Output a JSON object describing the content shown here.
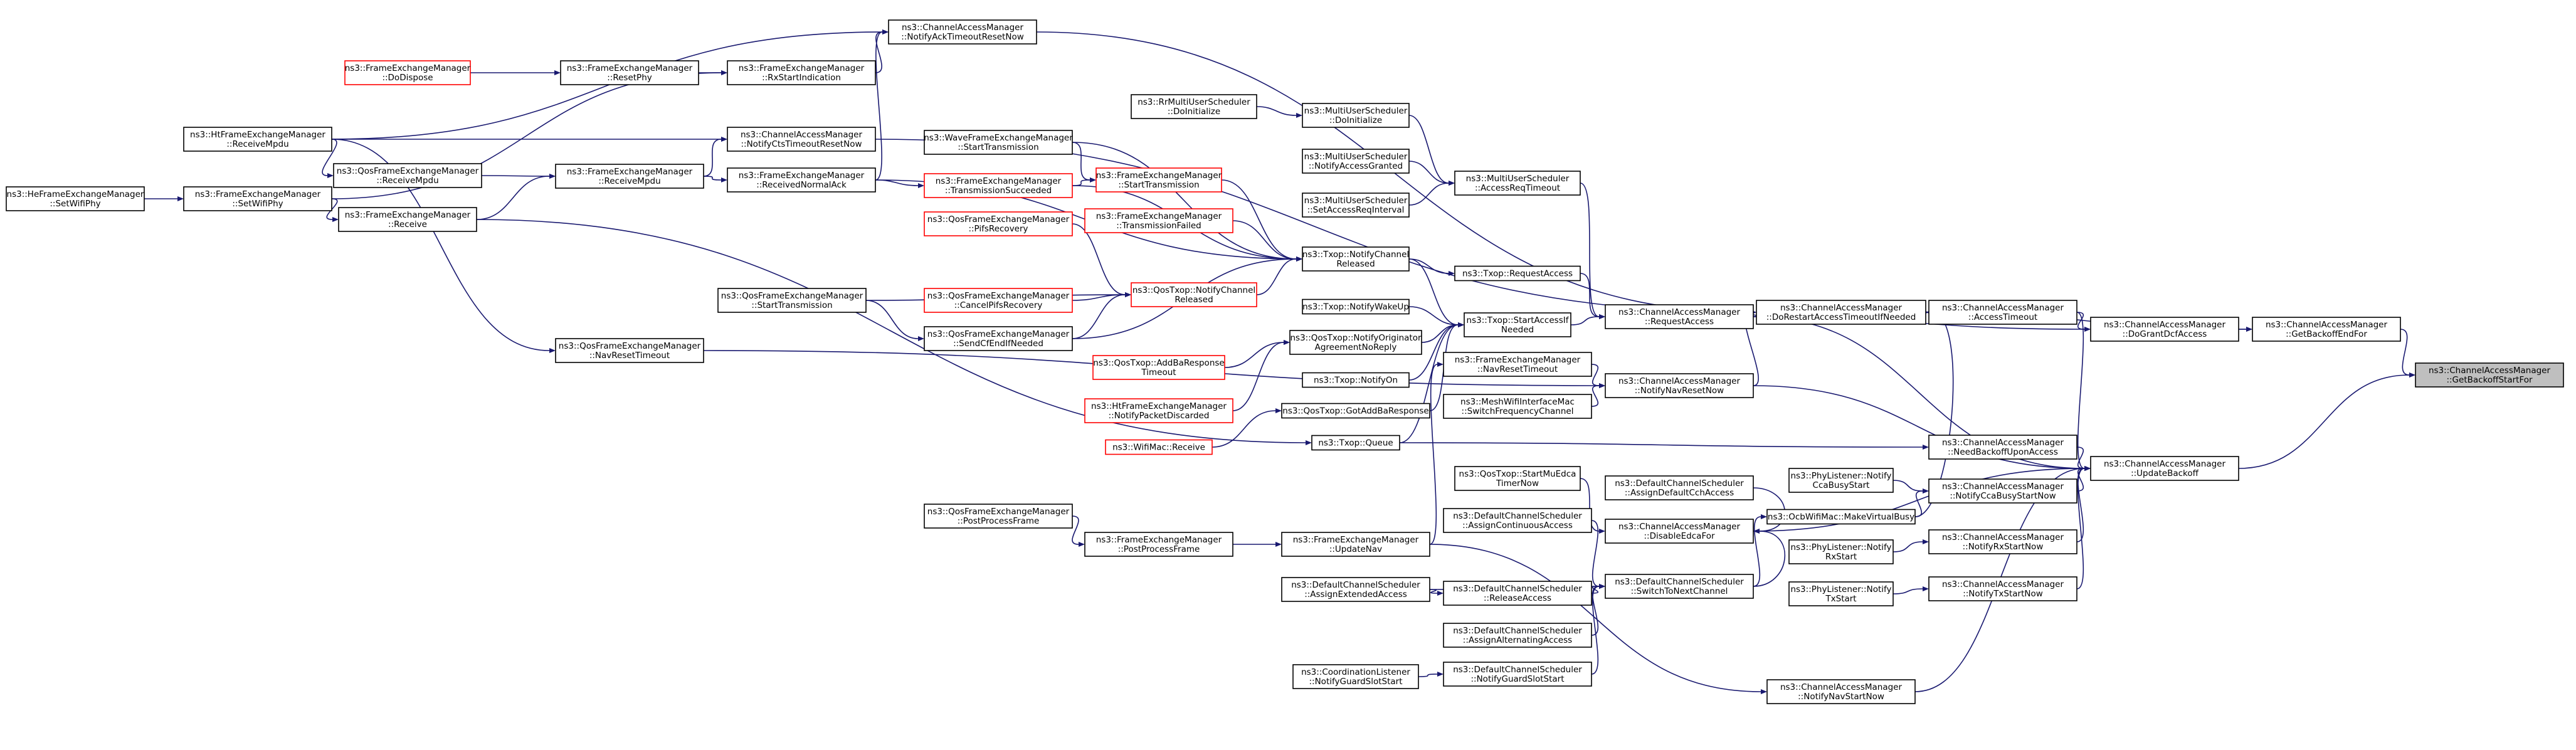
{
  "root": "n_getbackoffstartfor",
  "colors": {
    "edge": "#191970",
    "root_fill": "#bfbfbf",
    "broken_link_border": "#ff0000",
    "node_border": "#000000"
  },
  "nodes": [
    {
      "id": "n_getbackoffstartfor",
      "lines": [
        "ns3::ChannelAccessManager",
        "::GetBackoffStartFor"
      ],
      "style": "root"
    },
    {
      "id": "n_getbackoffendfor",
      "lines": [
        "ns3::ChannelAccessManager",
        "::GetBackoffEndFor"
      ],
      "style": "normal"
    },
    {
      "id": "n_updatebackoff",
      "lines": [
        "ns3::ChannelAccessManager",
        "::UpdateBackoff"
      ],
      "style": "normal"
    },
    {
      "id": "n_dograntdcfaccess",
      "lines": [
        "ns3::ChannelAccessManager",
        "::DoGrantDcfAccess"
      ],
      "style": "normal"
    },
    {
      "id": "n_accesstimeout",
      "lines": [
        "ns3::ChannelAccessManager",
        "::AccessTimeout"
      ],
      "style": "normal"
    },
    {
      "id": "n_dorestartaccess",
      "lines": [
        "ns3::ChannelAccessManager",
        "::DoRestartAccessTimeoutIfNeeded"
      ],
      "style": "normal"
    },
    {
      "id": "n_requestaccess",
      "lines": [
        "ns3::ChannelAccessManager",
        "::RequestAccess"
      ],
      "style": "normal"
    },
    {
      "id": "n_notifynavresetnow",
      "lines": [
        "ns3::ChannelAccessManager",
        "::NotifyNavResetNow"
      ],
      "style": "normal"
    },
    {
      "id": "n_needbackoffuponaccess",
      "lines": [
        "ns3::ChannelAccessManager",
        "::NeedBackoffUponAccess"
      ],
      "style": "normal"
    },
    {
      "id": "n_notifyccabusystartnow",
      "lines": [
        "ns3::ChannelAccessManager",
        "::NotifyCcaBusyStartNow"
      ],
      "style": "normal"
    },
    {
      "id": "n_notifyrxstartnow",
      "lines": [
        "ns3::ChannelAccessManager",
        "::NotifyRxStartNow"
      ],
      "style": "normal"
    },
    {
      "id": "n_notifytxstartnow",
      "lines": [
        "ns3::ChannelAccessManager",
        "::NotifyTxStartNow"
      ],
      "style": "normal"
    },
    {
      "id": "n_notifynavstartnow",
      "lines": [
        "ns3::ChannelAccessManager",
        "::NotifyNavStartNow"
      ],
      "style": "normal"
    },
    {
      "id": "n_makevirtualbusy",
      "lines": [
        "ns3::OcbWifiMac::MakeVirtualBusy"
      ],
      "style": "normal"
    },
    {
      "id": "n_phyccabusystart",
      "lines": [
        "ns3::PhyListener::Notify",
        "CcaBusyStart"
      ],
      "style": "normal"
    },
    {
      "id": "n_phyrxstart",
      "lines": [
        "ns3::PhyListener::Notify",
        "RxStart"
      ],
      "style": "normal"
    },
    {
      "id": "n_phytxstart",
      "lines": [
        "ns3::PhyListener::Notify",
        "TxStart"
      ],
      "style": "normal"
    },
    {
      "id": "n_multiaccessreqtimeout",
      "lines": [
        "ns3::MultiUserScheduler",
        "::AccessReqTimeout"
      ],
      "style": "normal"
    },
    {
      "id": "n_multidoinitialize",
      "lines": [
        "ns3::MultiUserScheduler",
        "::DoInitialize"
      ],
      "style": "normal"
    },
    {
      "id": "n_rrmultidoinitialize",
      "lines": [
        "ns3::RrMultiUserScheduler",
        "::DoInitialize"
      ],
      "style": "normal"
    },
    {
      "id": "n_multinotifyaccessgranted",
      "lines": [
        "ns3::MultiUserScheduler",
        "::NotifyAccessGranted"
      ],
      "style": "normal"
    },
    {
      "id": "n_multisetaccessreqinterval",
      "lines": [
        "ns3::MultiUserScheduler",
        "::SetAccessReqInterval"
      ],
      "style": "normal"
    },
    {
      "id": "n_txoprequestaccess",
      "lines": [
        "ns3::Txop::RequestAccess"
      ],
      "style": "normal"
    },
    {
      "id": "n_txopstartaccessifneeded",
      "lines": [
        "ns3::Txop::StartAccessIf",
        "Needed"
      ],
      "style": "normal"
    },
    {
      "id": "n_txopnotifychannelreleased",
      "lines": [
        "ns3::Txop::NotifyChannel",
        "Released"
      ],
      "style": "normal"
    },
    {
      "id": "n_txopnotifywakeup",
      "lines": [
        "ns3::Txop::NotifyWakeUp"
      ],
      "style": "normal"
    },
    {
      "id": "n_txopnotifyon",
      "lines": [
        "ns3::Txop::NotifyOn"
      ],
      "style": "normal"
    },
    {
      "id": "n_txopqueue",
      "lines": [
        "ns3::Txop::Queue"
      ],
      "style": "normal"
    },
    {
      "id": "n_qostxopnotifyoriginator",
      "lines": [
        "ns3::QosTxop::NotifyOriginator",
        "AgreementNoReply"
      ],
      "style": "normal"
    },
    {
      "id": "n_qostxopgotaddba",
      "lines": [
        "ns3::QosTxop::GotAddBaResponse"
      ],
      "style": "normal"
    },
    {
      "id": "n_qostxopnotifychannelreleased",
      "lines": [
        "ns3::QosTxop::NotifyChannel",
        "Released"
      ],
      "style": "red"
    },
    {
      "id": "n_qostxopaddbatimeout",
      "lines": [
        "ns3::QosTxop::AddBaResponse",
        "Timeout"
      ],
      "style": "red"
    },
    {
      "id": "n_htfemnotifypacketdiscarded",
      "lines": [
        "ns3::HtFrameExchangeManager",
        "::NotifyPacketDiscarded"
      ],
      "style": "red"
    },
    {
      "id": "n_wifimacreceive",
      "lines": [
        "ns3::WifiMac::Receive"
      ],
      "style": "red"
    },
    {
      "id": "n_mesh_switchfrequency",
      "lines": [
        "ns3::MeshWifiInterfaceMac",
        "::SwitchFrequencyChannel"
      ],
      "style": "normal"
    },
    {
      "id": "n_femnavresettimeout",
      "lines": [
        "ns3::FrameExchangeManager",
        "::NavResetTimeout"
      ],
      "style": "normal"
    },
    {
      "id": "n_femupdatenav",
      "lines": [
        "ns3::FrameExchangeManager",
        "::UpdateNav"
      ],
      "style": "normal"
    },
    {
      "id": "n_fempostprocessframe",
      "lines": [
        "ns3::FrameExchangeManager",
        "::PostProcessFrame"
      ],
      "style": "normal"
    },
    {
      "id": "n_qosfempostprocessframe",
      "lines": [
        "ns3::QosFrameExchangeManager",
        "::PostProcessFrame"
      ],
      "style": "normal"
    },
    {
      "id": "n_femstarttransmission",
      "lines": [
        "ns3::FrameExchangeManager",
        "::StartTransmission"
      ],
      "style": "red"
    },
    {
      "id": "n_femtransmissionsucceeded",
      "lines": [
        "ns3::FrameExchangeManager",
        "::TransmissionSucceeded"
      ],
      "style": "red"
    },
    {
      "id": "n_femtransmissionfailed",
      "lines": [
        "ns3::FrameExchangeManager",
        "::TransmissionFailed"
      ],
      "style": "red"
    },
    {
      "id": "n_wavefemstarttransmission",
      "lines": [
        "ns3::WaveFrameExchangeManager",
        "::StartTransmission"
      ],
      "style": "normal"
    },
    {
      "id": "n_qosfempifsrecovery",
      "lines": [
        "ns3::QosFrameExchangeManager",
        "::PifsRecovery"
      ],
      "style": "red"
    },
    {
      "id": "n_qosfemcancelpifsrecovery",
      "lines": [
        "ns3::QosFrameExchangeManager",
        "::CancelPifsRecovery"
      ],
      "style": "red"
    },
    {
      "id": "n_qosfemstarttransmission",
      "lines": [
        "ns3::QosFrameExchangeManager",
        "::StartTransmission"
      ],
      "style": "normal"
    },
    {
      "id": "n_qosfemsendcfendifneeded",
      "lines": [
        "ns3::QosFrameExchangeManager",
        "::SendCfEndIfNeeded"
      ],
      "style": "normal"
    },
    {
      "id": "n_qosfemnavresettimeout",
      "lines": [
        "ns3::QosFrameExchangeManager",
        "::NavResetTimeout"
      ],
      "style": "normal"
    },
    {
      "id": "n_camnotifyacktimeoutreset",
      "lines": [
        "ns3::ChannelAccessManager",
        "::NotifyAckTimeoutResetNow"
      ],
      "style": "normal"
    },
    {
      "id": "n_camnotifyctstimeoutreset",
      "lines": [
        "ns3::ChannelAccessManager",
        "::NotifyCtsTimeoutResetNow"
      ],
      "style": "normal"
    },
    {
      "id": "n_femreceivednormalack",
      "lines": [
        "ns3::FrameExchangeManager",
        "::ReceivedNormalAck"
      ],
      "style": "normal"
    },
    {
      "id": "n_femrxstartindication",
      "lines": [
        "ns3::FrameExchangeManager",
        "::RxStartIndication"
      ],
      "style": "normal"
    },
    {
      "id": "n_femresetphy",
      "lines": [
        "ns3::FrameExchangeManager",
        "::ResetPhy"
      ],
      "style": "normal"
    },
    {
      "id": "n_femdodispose",
      "lines": [
        "ns3::FrameExchangeManager",
        "::DoDispose"
      ],
      "style": "red"
    },
    {
      "id": "n_femreceivempdu",
      "lines": [
        "ns3::FrameExchangeManager",
        "::ReceiveMpdu"
      ],
      "style": "normal"
    },
    {
      "id": "n_htfemreceivempdu",
      "lines": [
        "ns3::HtFrameExchangeManager",
        "::ReceiveMpdu"
      ],
      "style": "normal"
    },
    {
      "id": "n_qosfemreceivempdu",
      "lines": [
        "ns3::QosFrameExchangeManager",
        "::ReceiveMpdu"
      ],
      "style": "normal"
    },
    {
      "id": "n_femreceive",
      "lines": [
        "ns3::FrameExchangeManager",
        "::Receive"
      ],
      "style": "normal"
    },
    {
      "id": "n_femsetwifiphy",
      "lines": [
        "ns3::FrameExchangeManager",
        "::SetWifiPhy"
      ],
      "style": "normal"
    },
    {
      "id": "n_hefemsetwifiphy",
      "lines": [
        "ns3::HeFrameExchangeManager",
        "::SetWifiPhy"
      ],
      "style": "normal"
    },
    {
      "id": "n_dcsdisableedcafor",
      "lines": [
        "ns3::ChannelAccessManager",
        "::DisableEdcaFor"
      ],
      "style": "normal"
    },
    {
      "id": "n_dcsassigndefaultcch",
      "lines": [
        "ns3::DefaultChannelScheduler",
        "::AssignDefaultCchAccess"
      ],
      "style": "normal"
    },
    {
      "id": "n_dcsswitchtonextchannel",
      "lines": [
        "ns3::DefaultChannelScheduler",
        "::SwitchToNextChannel"
      ],
      "style": "normal"
    },
    {
      "id": "n_qostxopstartmuedca",
      "lines": [
        "ns3::QosTxop::StartMuEdca",
        "TimerNow"
      ],
      "style": "normal"
    },
    {
      "id": "n_dcsassigncontinuous",
      "lines": [
        "ns3::DefaultChannelScheduler",
        "::AssignContinuousAccess"
      ],
      "style": "normal"
    },
    {
      "id": "n_dcsreleaseaccess",
      "lines": [
        "ns3::DefaultChannelScheduler",
        "::ReleaseAccess"
      ],
      "style": "normal"
    },
    {
      "id": "n_dcsassignextended",
      "lines": [
        "ns3::DefaultChannelScheduler",
        "::AssignExtendedAccess"
      ],
      "style": "normal"
    },
    {
      "id": "n_dcsassignalternating",
      "lines": [
        "ns3::DefaultChannelScheduler",
        "::AssignAlternatingAccess"
      ],
      "style": "normal"
    },
    {
      "id": "n_dcsnotifyguardslotstart",
      "lines": [
        "ns3::DefaultChannelScheduler",
        "::NotifyGuardSlotStart"
      ],
      "style": "normal"
    },
    {
      "id": "n_coordnotifyguardslotstart",
      "lines": [
        "ns3::CoordinationListener",
        "::NotifyGuardSlotStart"
      ],
      "style": "normal"
    }
  ],
  "edges": [
    [
      "n_getbackoffendfor",
      "n_getbackoffstartfor"
    ],
    [
      "n_updatebackoff",
      "n_getbackoffstartfor"
    ],
    [
      "n_dograntdcfaccess",
      "n_getbackoffendfor"
    ],
    [
      "n_dorestartaccess",
      "n_getbackoffendfor"
    ],
    [
      "n_accesstimeout",
      "n_dograntdcfaccess"
    ],
    [
      "n_requestaccess",
      "n_dograntdcfaccess"
    ],
    [
      "n_dorestartaccess",
      "n_accesstimeout"
    ],
    [
      "n_accesstimeout",
      "n_updatebackoff"
    ],
    [
      "n_requestaccess",
      "n_updatebackoff"
    ],
    [
      "n_notifynavresetnow",
      "n_updatebackoff"
    ],
    [
      "n_needbackoffuponaccess",
      "n_updatebackoff"
    ],
    [
      "n_notifyccabusystartnow",
      "n_updatebackoff"
    ],
    [
      "n_notifyrxstartnow",
      "n_updatebackoff"
    ],
    [
      "n_notifytxstartnow",
      "n_updatebackoff"
    ],
    [
      "n_notifynavstartnow",
      "n_updatebackoff"
    ],
    [
      "n_dcsdisableedcafor",
      "n_updatebackoff"
    ],
    [
      "n_requestaccess",
      "n_dorestartaccess"
    ],
    [
      "n_notifynavresetnow",
      "n_dorestartaccess"
    ],
    [
      "n_makevirtualbusy",
      "n_dorestartaccess"
    ],
    [
      "n_camnotifyacktimeoutreset",
      "n_dorestartaccess"
    ],
    [
      "n_camnotifyctstimeoutreset",
      "n_dorestartaccess"
    ],
    [
      "n_phyccabusystart",
      "n_notifyccabusystartnow"
    ],
    [
      "n_makevirtualbusy",
      "n_notifyccabusystartnow"
    ],
    [
      "n_phyrxstart",
      "n_notifyrxstartnow"
    ],
    [
      "n_phytxstart",
      "n_notifytxstartnow"
    ],
    [
      "n_femupdatenav",
      "n_notifynavstartnow"
    ],
    [
      "n_txopqueue",
      "n_needbackoffuponaccess"
    ],
    [
      "n_txopstartaccessifneeded",
      "n_requestaccess"
    ],
    [
      "n_txoprequestaccess",
      "n_requestaccess"
    ],
    [
      "n_multiaccessreqtimeout",
      "n_requestaccess"
    ],
    [
      "n_femnavresettimeout",
      "n_notifynavresetnow"
    ],
    [
      "n_mesh_switchfrequency",
      "n_notifynavresetnow"
    ],
    [
      "n_qosfemnavresettimeout",
      "n_notifynavresetnow"
    ],
    [
      "n_multidoinitialize",
      "n_multiaccessreqtimeout"
    ],
    [
      "n_multinotifyaccessgranted",
      "n_multiaccessreqtimeout"
    ],
    [
      "n_multisetaccessreqinterval",
      "n_multiaccessreqtimeout"
    ],
    [
      "n_rrmultidoinitialize",
      "n_multidoinitialize"
    ],
    [
      "n_txopnotifychannelreleased",
      "n_txoprequestaccess"
    ],
    [
      "n_txopnotifywakeup",
      "n_txopstartaccessifneeded"
    ],
    [
      "n_txopnotifyon",
      "n_txopstartaccessifneeded"
    ],
    [
      "n_txopqueue",
      "n_txopstartaccessifneeded"
    ],
    [
      "n_qostxopnotifyoriginator",
      "n_txopstartaccessifneeded"
    ],
    [
      "n_qostxopgotaddba",
      "n_txopstartaccessifneeded"
    ],
    [
      "n_txopnotifychannelreleased",
      "n_txopstartaccessifneeded"
    ],
    [
      "n_qostxopaddbatimeout",
      "n_qostxopnotifyoriginator"
    ],
    [
      "n_htfemnotifypacketdiscarded",
      "n_qostxopnotifyoriginator"
    ],
    [
      "n_wifimacreceive",
      "n_qostxopgotaddba"
    ],
    [
      "n_qostxopnotifychannelreleased",
      "n_txopnotifychannelreleased"
    ],
    [
      "n_femstarttransmission",
      "n_txopnotifychannelreleased"
    ],
    [
      "n_femtransmissionsucceeded",
      "n_txopnotifychannelreleased"
    ],
    [
      "n_femtransmissionfailed",
      "n_txopnotifychannelreleased"
    ],
    [
      "n_wavefemstarttransmission",
      "n_txopnotifychannelreleased"
    ],
    [
      "n_qosfemsendcfendifneeded",
      "n_txopnotifychannelreleased"
    ],
    [
      "n_femreceivednormalack",
      "n_txopnotifychannelreleased"
    ],
    [
      "n_wavefemstarttransmission",
      "n_femstarttransmission"
    ],
    [
      "n_femtransmissionsucceeded",
      "n_femstarttransmission"
    ],
    [
      "n_femreceivednormalack",
      "n_femtransmissionsucceeded"
    ],
    [
      "n_qosfempifsrecovery",
      "n_qostxopnotifychannelreleased"
    ],
    [
      "n_qosfemcancelpifsrecovery",
      "n_qostxopnotifychannelreleased"
    ],
    [
      "n_qosfemstarttransmission",
      "n_qostxopnotifychannelreleased"
    ],
    [
      "n_qosfemsendcfendifneeded",
      "n_qostxopnotifychannelreleased"
    ],
    [
      "n_qosfemstarttransmission",
      "n_qosfemsendcfendifneeded"
    ],
    [
      "n_femupdatenav",
      "n_femnavresettimeout"
    ],
    [
      "n_fempostprocessframe",
      "n_femupdatenav"
    ],
    [
      "n_qosfempostprocessframe",
      "n_fempostprocessframe"
    ],
    [
      "n_femreceive",
      "n_txopqueue"
    ],
    [
      "n_femrxstartindication",
      "n_camnotifyacktimeoutreset"
    ],
    [
      "n_femreceivednormalack",
      "n_camnotifyacktimeoutreset"
    ],
    [
      "n_htfemreceivempdu",
      "n_camnotifyacktimeoutreset"
    ],
    [
      "n_femreceivempdu",
      "n_camnotifyctstimeoutreset"
    ],
    [
      "n_htfemreceivempdu",
      "n_camnotifyctstimeoutreset"
    ],
    [
      "n_femresetphy",
      "n_femrxstartindication"
    ],
    [
      "n_femdodispose",
      "n_femresetphy"
    ],
    [
      "n_femsetwifiphy",
      "n_femrxstartindication"
    ],
    [
      "n_femreceivempdu",
      "n_femreceivednormalack"
    ],
    [
      "n_qosfemreceivempdu",
      "n_femreceivempdu"
    ],
    [
      "n_femreceive",
      "n_femreceivempdu"
    ],
    [
      "n_htfemreceivempdu",
      "n_qosfemreceivempdu"
    ],
    [
      "n_htfemreceivempdu",
      "n_qosfemnavresettimeout"
    ],
    [
      "n_femsetwifiphy",
      "n_femreceive"
    ],
    [
      "n_hefemsetwifiphy",
      "n_femsetwifiphy"
    ],
    [
      "n_dcsassigndefaultcch",
      "n_dcsdisableedcafor"
    ],
    [
      "n_dcsswitchtonextchannel",
      "n_dcsdisableedcafor"
    ],
    [
      "n_dcsswitchtonextchannel",
      "n_makevirtualbusy"
    ],
    [
      "n_qostxopstartmuedca",
      "n_dcsdisableedcafor"
    ],
    [
      "n_dcsassigncontinuous",
      "n_dcsswitchtonextchannel"
    ],
    [
      "n_dcsreleaseaccess",
      "n_dcsswitchtonextchannel"
    ],
    [
      "n_dcsassignalternating",
      "n_dcsswitchtonextchannel"
    ],
    [
      "n_dcsnotifyguardslotstart",
      "n_dcsswitchtonextchannel"
    ],
    [
      "n_dcsassignextended",
      "n_dcsreleaseaccess"
    ],
    [
      "n_dcsassignextended",
      "n_dcsswitchtonextchannel"
    ],
    [
      "n_coordnotifyguardslotstart",
      "n_dcsnotifyguardslotstart"
    ]
  ]
}
